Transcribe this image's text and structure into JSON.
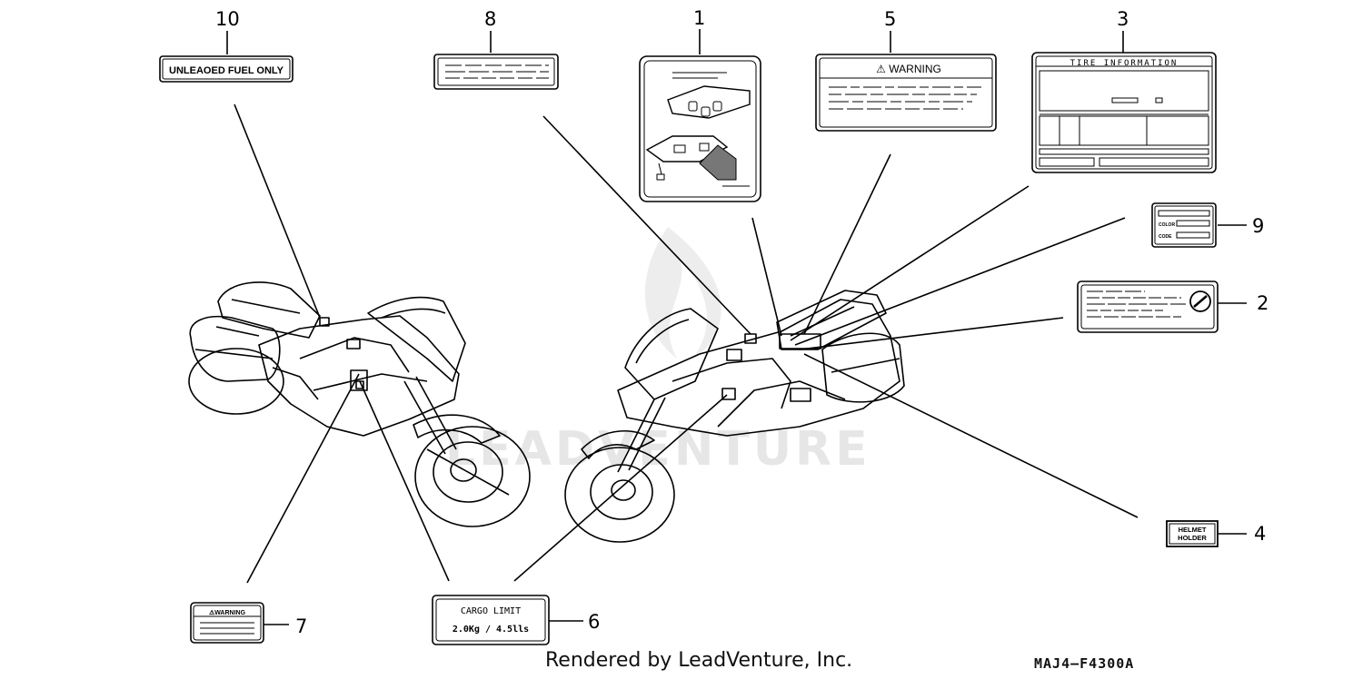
{
  "callouts": {
    "c1": "1",
    "c2": "2",
    "c3": "3",
    "c4": "4",
    "c5": "5",
    "c6": "6",
    "c7": "7",
    "c8": "8",
    "c9": "9",
    "c10": "10"
  },
  "labels": {
    "unleaded": "UNLEAOED FUEL ONLY",
    "warning5": "⚠ WARNING",
    "tire": "TIRE INFORMATION",
    "color": "COLOR",
    "code": "CODE",
    "helmet_line1": "HELMET",
    "helmet_line2": "HOLDER",
    "cargo_title": "CARGO LIMIT",
    "cargo_value": "2.0Kg / 4.5lls",
    "warning7": "⚠WARNING"
  },
  "watermark": "LEADVENTURE",
  "footer": {
    "credit": "Rendered by LeadVenture, Inc.",
    "code": "MAJ4–F4300A"
  }
}
